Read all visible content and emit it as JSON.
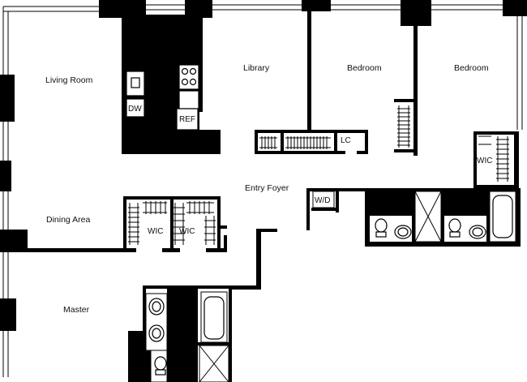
{
  "rooms": {
    "living_room": "Living Room",
    "library": "Library",
    "bedroom_1": "Bedroom",
    "bedroom_2": "Bedroom",
    "entry_foyer": "Entry Foyer",
    "dining_area": "Dining Area",
    "master": "Master"
  },
  "fixtures": {
    "dishwasher": "DW",
    "refrigerator": "REF",
    "linen_closet": "LC",
    "washer_dryer": "W/D",
    "wic_1": "WIC",
    "wic_2": "WIC",
    "wic_3": "WIC"
  }
}
